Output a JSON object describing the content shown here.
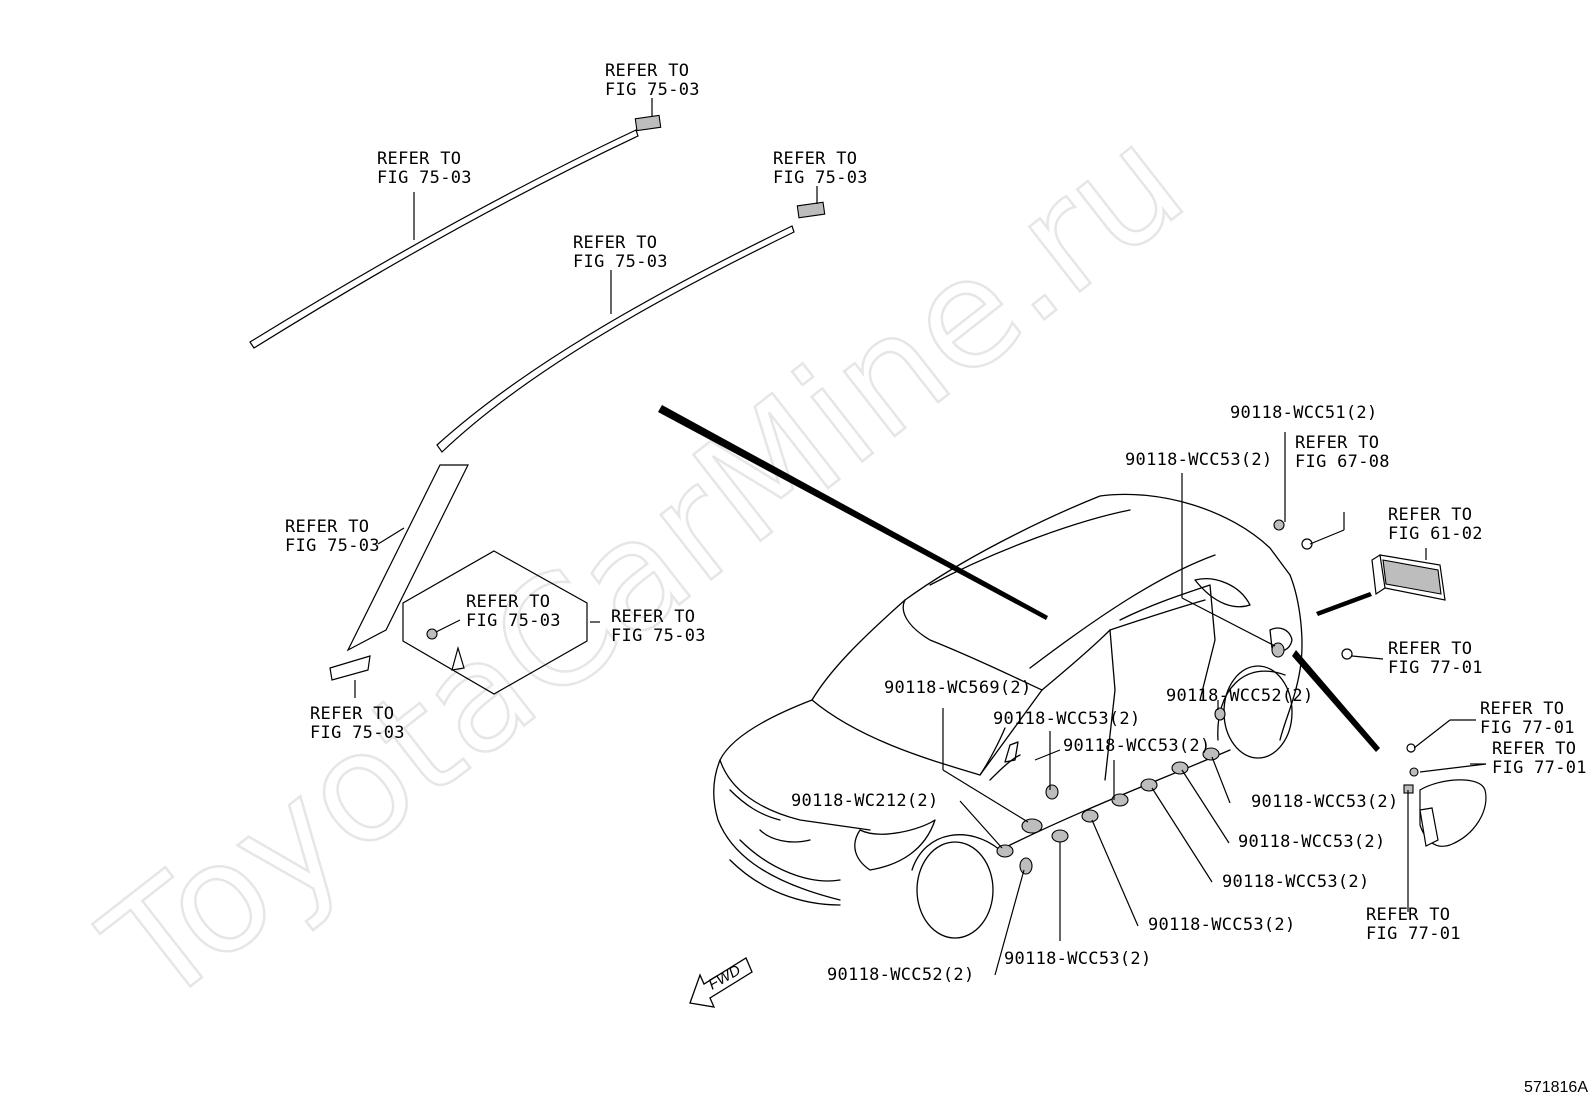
{
  "watermark": "ToyotaCarMine.ru",
  "ref_id": "571816A",
  "fwd_label": "FWD",
  "labels": {
    "a": "REFER TO",
    "a2": "FIG 75-03",
    "b": "REFER TO",
    "b2": "FIG 75-03",
    "c": "REFER TO",
    "c2": "FIG 75-03",
    "d": "REFER TO",
    "d2": "FIG 75-03",
    "e": "REFER TO",
    "e2": "FIG 75-03",
    "f": "REFER TO",
    "f2": "FIG 75-03",
    "g": "REFER TO",
    "g2": "FIG 75-03",
    "h": "REFER TO",
    "h2": "FIG 75-03",
    "i": "REFER TO",
    "i2": "FIG 67-08",
    "j": "REFER TO",
    "j2": "FIG 61-02",
    "k": "REFER TO",
    "k2": "FIG 77-01",
    "l": "REFER TO",
    "l2": "FIG 77-01",
    "m": "REFER TO",
    "m2": "FIG 77-01",
    "n": "REFER TO",
    "n2": "FIG 77-01"
  },
  "parts": {
    "p_wcc51": "90118-WCC51(2)",
    "p_wcc53_top": "90118-WCC53(2)",
    "p_wc569": "90118-WC569(2)",
    "p_wcc53_mid": "90118-WCC53(2)",
    "p_wcc52_right": "90118-WCC52(2)",
    "p_wcc53_a": "90118-WCC53(2)",
    "p_wc212": "90118-WC212(2)",
    "p_wcc53_b": "90118-WCC53(2)",
    "p_wcc53_c": "90118-WCC53(2)",
    "p_wcc53_d": "90118-WCC53(2)",
    "p_wcc53_e": "90118-WCC53(2)",
    "p_wcc53_f": "90118-WCC53(2)",
    "p_wcc52_left": "90118-WCC52(2)"
  }
}
